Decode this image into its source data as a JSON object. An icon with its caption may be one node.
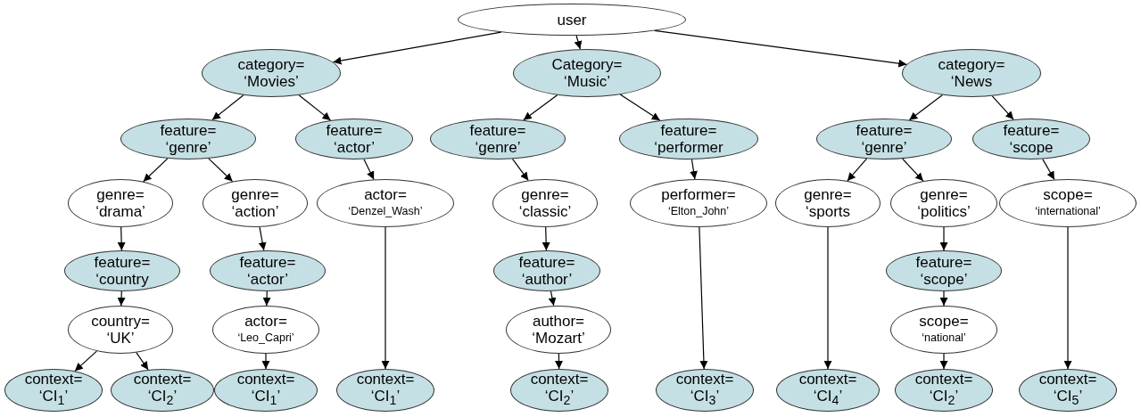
{
  "diagram": {
    "nodes": [
      {
        "text": [
          "user"
        ]
      },
      {
        "text": [
          "category= ‘Movies’"
        ]
      },
      {
        "text": [
          "Category= ‘Music’"
        ]
      },
      {
        "text": [
          "category= ‘News"
        ]
      },
      {
        "text": [
          "feature= ‘genre’"
        ]
      },
      {
        "text": [
          "feature= ‘actor’"
        ]
      },
      {
        "text": [
          "feature= ‘genre’"
        ]
      },
      {
        "text": [
          "feature= ‘performer"
        ]
      },
      {
        "text": [
          "feature= ‘genre’"
        ]
      },
      {
        "text": [
          "feature= ‘scope"
        ]
      },
      {
        "text": [
          "genre= ‘drama’"
        ]
      },
      {
        "text": [
          "genre= ‘action’"
        ]
      },
      {
        "text": [
          "actor= ‘Denzel_Wash’"
        ]
      },
      {
        "text": [
          "genre= ‘classic’"
        ]
      },
      {
        "text": [
          "performer= ‘Elton_John’"
        ]
      },
      {
        "text": [
          "genre= ‘sports"
        ]
      },
      {
        "text": [
          "genre= ‘politics’"
        ]
      },
      {
        "text": [
          "scope= ‘international’"
        ]
      },
      {
        "text": [
          "feature= ‘country"
        ]
      },
      {
        "text": [
          "feature= ‘actor’"
        ]
      },
      {
        "text": [
          "feature= ‘author’"
        ]
      },
      {
        "text": [
          "feature= ‘scope’"
        ]
      },
      {
        "text": [
          "country= ‘UK’"
        ]
      },
      {
        "text": [
          "actor= ‘Leo_Capri’"
        ]
      },
      {
        "text": [
          "author= ‘Mozart’"
        ]
      },
      {
        "text": [
          "scope= ‘national’"
        ]
      },
      {
        "text": [
          "context= ‘CI$_{1}$’"
        ]
      },
      {
        "text": [
          "context= ‘CI$_{2}$’"
        ]
      },
      {
        "text": [
          "context= ‘CI$_{1}$’"
        ]
      },
      {
        "text": [
          "context= ‘CI$_{1}$’"
        ]
      },
      {
        "text": [
          "context= ‘CI$_{2}$’"
        ]
      },
      {
        "text": [
          "context= ‘CI$_{3}$’"
        ]
      },
      {
        "text": [
          "context= ‘CI$_{4}$’"
        ]
      },
      {
        "text": [
          "context= ‘CI$_{2}$’"
        ]
      },
      {
        "text": [
          "context= ‘CI$_{5}$’"
        ]
      }
    ],
    "edges": [
      {
        "from": 0,
        "to": 1,
        "arrow": "to"
      },
      {
        "from": 0,
        "to": 2,
        "arrow": "to"
      },
      {
        "from": 0,
        "to": 3,
        "arrow": "to"
      },
      {
        "from": 1,
        "to": 4,
        "arrow": "to"
      },
      {
        "from": 1,
        "to": 5,
        "arrow": "to"
      },
      {
        "from": 2,
        "to": 6,
        "arrow": "to"
      },
      {
        "from": 2,
        "to": 7,
        "arrow": "to"
      },
      {
        "from": 3,
        "to": 8,
        "arrow": "to"
      },
      {
        "from": 3,
        "to": 9,
        "arrow": "to"
      },
      {
        "from": 4,
        "to": 10,
        "arrow": "to"
      },
      {
        "from": 4,
        "to": 11,
        "arrow": "to"
      },
      {
        "from": 5,
        "to": 12,
        "arrow": "to"
      },
      {
        "from": 6,
        "to": 13,
        "arrow": "to"
      },
      {
        "from": 7,
        "to": 14,
        "arrow": "to"
      },
      {
        "from": 8,
        "to": 15,
        "arrow": "to"
      },
      {
        "from": 8,
        "to": 16,
        "arrow": "to"
      },
      {
        "from": 9,
        "to": 17,
        "arrow": "to"
      },
      {
        "from": 10,
        "to": 18,
        "arrow": "to"
      },
      {
        "from": 11,
        "to": 19,
        "arrow": "to"
      },
      {
        "from": 13,
        "to": 20,
        "arrow": "to"
      },
      {
        "from": 16,
        "to": 21,
        "arrow": "to"
      },
      {
        "from": 18,
        "to": 22,
        "arrow": "to"
      },
      {
        "from": 19,
        "to": 23,
        "arrow": "to"
      },
      {
        "from": 20,
        "to": 24,
        "arrow": "to"
      },
      {
        "from": 21,
        "to": 25,
        "arrow": "to"
      },
      {
        "from": 22,
        "to": 26,
        "arrow": "to"
      },
      {
        "from": 22,
        "to": 27,
        "arrow": "to"
      },
      {
        "from": 23,
        "to": 28,
        "arrow": "to"
      },
      {
        "from": 12,
        "to": 29,
        "arrow": "to"
      },
      {
        "from": 24,
        "to": 30,
        "arrow": "to"
      },
      {
        "from": 14,
        "to": 31,
        "arrow": "to"
      },
      {
        "from": 15,
        "to": 32,
        "arrow": "to"
      },
      {
        "from": 25,
        "to": 33,
        "arrow": "to"
      },
      {
        "from": 17,
        "to": 34,
        "arrow": "to"
      }
    ]
  }
}
